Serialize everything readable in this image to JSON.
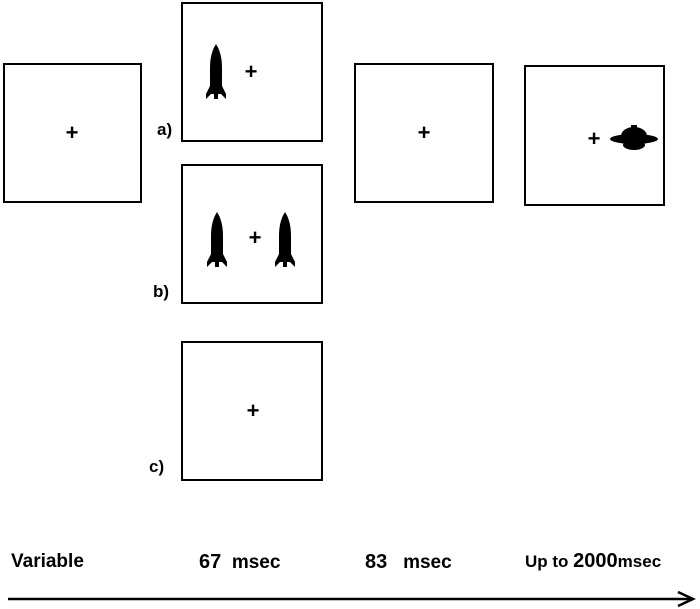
{
  "fixation_symbol": "+",
  "conditions": [
    {
      "label": "a)"
    },
    {
      "label": "b)"
    },
    {
      "label": "c)"
    }
  ],
  "timeline": {
    "variable": "Variable",
    "cue_value": "67",
    "cue_unit": "msec",
    "isi_value": "83",
    "isi_unit": "msec",
    "target_prefix": "Up to",
    "target_value": "2000",
    "target_unit": "msec"
  },
  "icons": {
    "cue": "rocket-icon",
    "target": "spaceship-icon"
  },
  "colors": {
    "stroke": "#000000",
    "background": "#ffffff"
  }
}
